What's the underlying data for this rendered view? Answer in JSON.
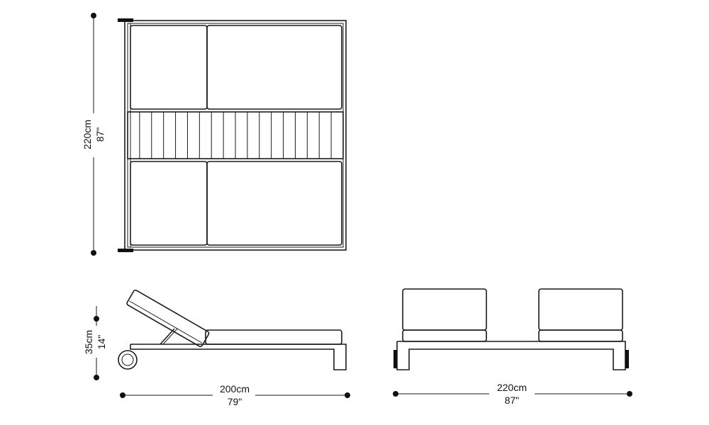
{
  "dimensions": {
    "plan_depth": {
      "metric": "220cm",
      "imperial": "87\""
    },
    "height": {
      "metric": "35cm",
      "imperial": "14\""
    },
    "side_length": {
      "metric": "200cm",
      "imperial": "79\""
    },
    "front_width": {
      "metric": "220cm",
      "imperial": "87\""
    }
  },
  "colors": {
    "line": "#1a1a1a",
    "background": "#ffffff"
  }
}
